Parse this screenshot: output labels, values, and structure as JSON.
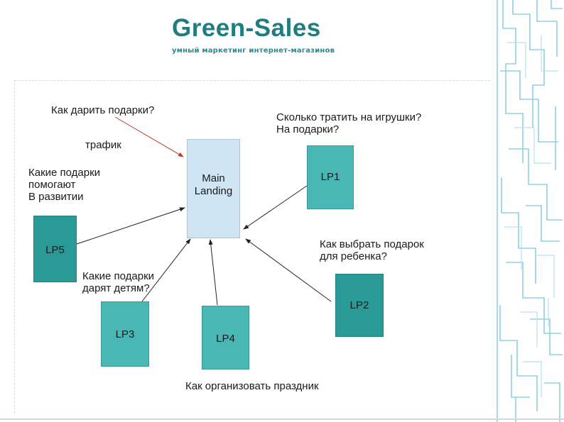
{
  "header": {
    "title": "Green-Sales",
    "subtitle": "умный маркетинг интернет-магазинов"
  },
  "diagram": {
    "main_landing": "Main\nLanding",
    "landing_pages": {
      "lp1": "LP1",
      "lp2": "LP2",
      "lp3": "LP3",
      "lp4": "LP4",
      "lp5": "LP5"
    },
    "queries": {
      "gift_how": "Как дарить подарки?",
      "spend_toys": "Сколько тратить на игрушки?\nНа подарки?",
      "traffic": "трафик",
      "dev_gifts": "Какие подарки\nпомогают\nВ развитии",
      "choose_gift": "Как выбрать подарок\nдля ребенка?",
      "kids_gifts": "Какие подарки\nдарят детям?",
      "party": "Как организовать праздник"
    }
  },
  "colors": {
    "title": "#1f7d80",
    "landing_page": "#49b7b4",
    "landing_page_dark": "#2a9a96",
    "main_landing": "#cfe5f3",
    "traffic_arrow": "#c0392b",
    "arrow": "#222222",
    "pattern": "#7ec8df"
  }
}
